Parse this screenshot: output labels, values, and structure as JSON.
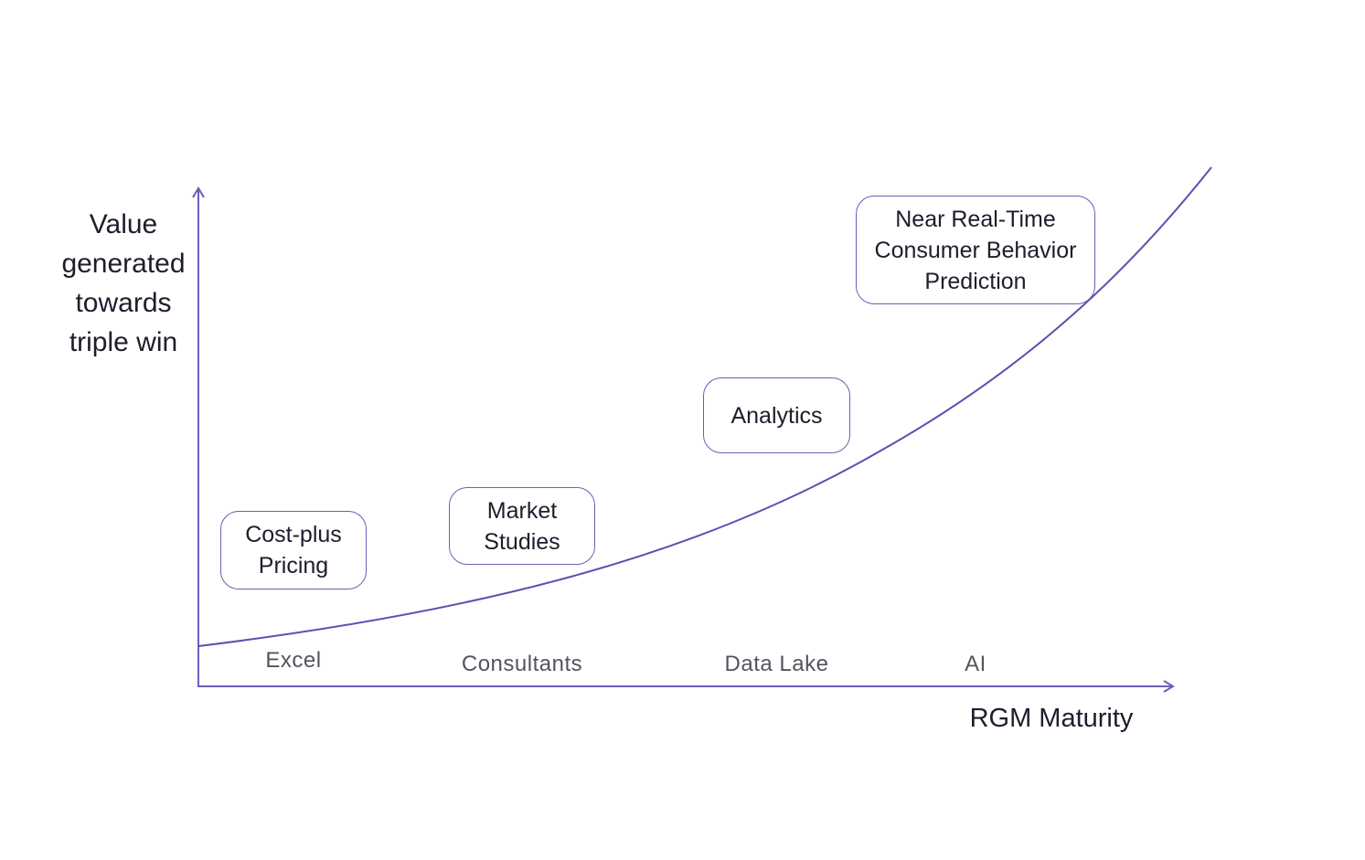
{
  "axes": {
    "y_label_lines": [
      "Value",
      "generated",
      "towards",
      "triple win"
    ],
    "x_label": "RGM Maturity",
    "color": "#6a5fb5"
  },
  "curve": {
    "color": "#5b4fb0"
  },
  "stages": [
    {
      "lines": [
        "Cost-plus",
        "Pricing"
      ],
      "tool": "Excel"
    },
    {
      "lines": [
        "Market",
        "Studies"
      ],
      "tool": "Consultants"
    },
    {
      "lines": [
        "Analytics"
      ],
      "tool": "Data Lake"
    },
    {
      "lines": [
        "Near Real-Time",
        "Consumer Behavior",
        "Prediction"
      ],
      "tool": "AI"
    }
  ]
}
